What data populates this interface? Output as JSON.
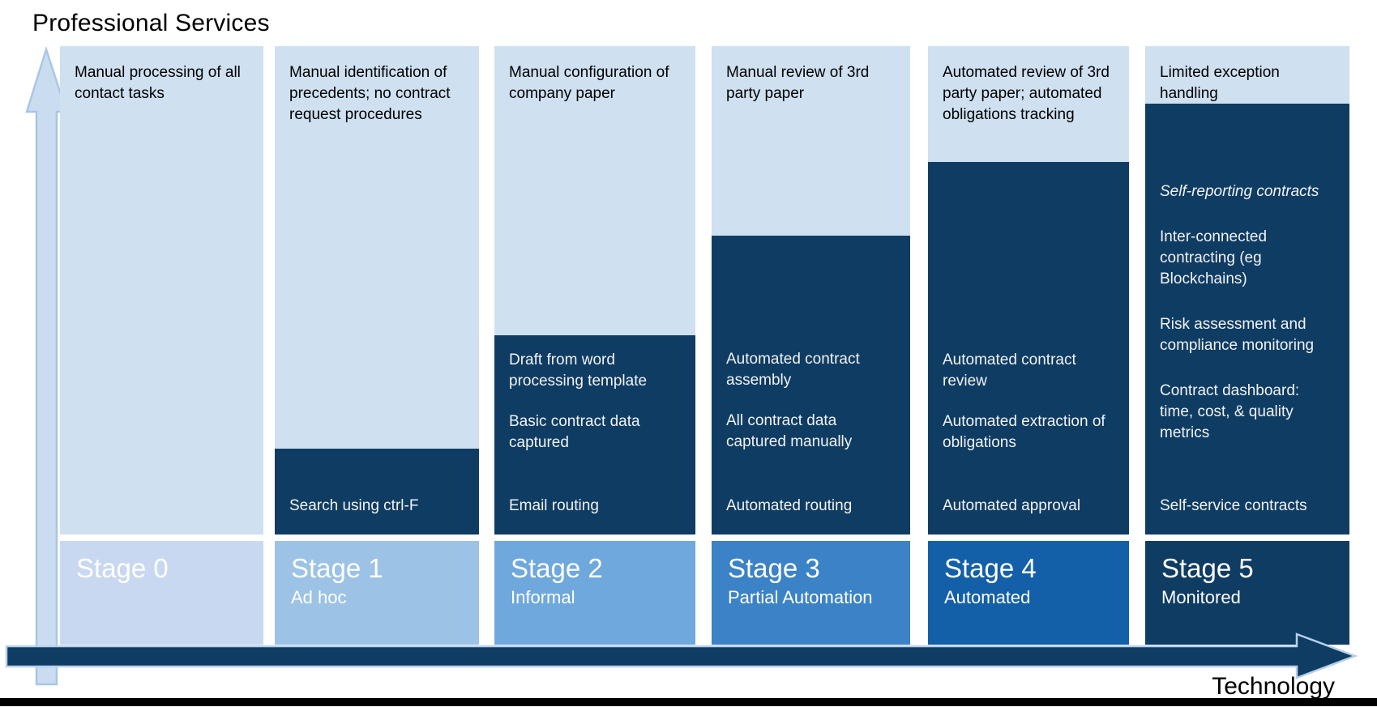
{
  "title": "Professional Services",
  "x_axis_label": "Technology",
  "colors": {
    "light_box": "#cfe0f0",
    "dark_box": "#0f3c63",
    "vertical_arrow_fill": "#cadcf0",
    "vertical_arrow_stroke": "#a9c6e6",
    "horizontal_arrow_fill": "#0f3c63",
    "horizontal_arrow_stroke": "#b8cfea",
    "stage_colors": [
      "#c9d8f1",
      "#9cc3e6",
      "#6fa8dc",
      "#3c82c6",
      "#135fa8",
      "#0f3c63"
    ]
  },
  "columns": [
    {
      "stage": "Stage 0",
      "substage": "",
      "top": "Manual processing of all contact tasks",
      "bottom": []
    },
    {
      "stage": "Stage 1",
      "substage": "Ad hoc",
      "top": "Manual identification of precedents; no contract request procedures",
      "bottom": [
        "Search using ctrl-F"
      ]
    },
    {
      "stage": "Stage 2",
      "substage": "Informal",
      "top": "Manual configuration of company paper",
      "bottom": [
        "Draft from word processing template",
        "Basic contract data captured",
        "Email routing"
      ]
    },
    {
      "stage": "Stage 3",
      "substage": "Partial Automation",
      "top": "Manual review of 3rd party paper",
      "bottom": [
        "Automated contract assembly",
        "All contract data captured manually",
        "Automated routing"
      ]
    },
    {
      "stage": "Stage 4",
      "substage": "Automated",
      "top": "Automated review of 3rd party paper; automated obligations tracking",
      "bottom": [
        "Automated contract review",
        "Automated extraction of obligations",
        "Automated approval"
      ]
    },
    {
      "stage": "Stage 5",
      "substage": "Monitored",
      "top": "Limited exception handling",
      "bottom": [
        "Self-reporting contracts",
        "Inter-connected contracting (eg Blockchains)",
        "Risk assessment and compliance monitoring",
        "Contract dashboard: time, cost, & quality metrics",
        "Self-service contracts"
      ]
    }
  ]
}
